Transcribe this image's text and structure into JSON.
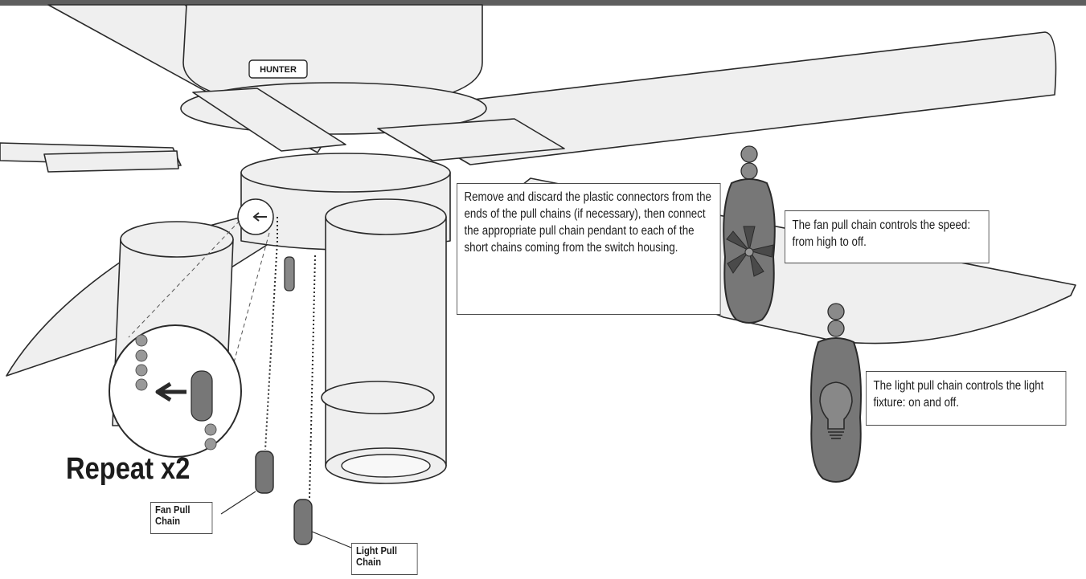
{
  "brand_label": "HUNTER",
  "instructions": {
    "main": "Remove and discard the plastic connectors from the ends of the pull chains (if necessary), then connect the appropriate pull chain pendant to each of the short chains coming from the switch housing.",
    "fan": "The fan pull chain controls the speed: from high to off.",
    "light": "The light pull chain controls the light fixture: on and off."
  },
  "repeat_label": "Repeat x2",
  "tags": {
    "fan": "Fan Pull Chain",
    "light": "Light Pull Chain"
  },
  "icons": {
    "fan_pendant": "fan-blade-icon",
    "light_pendant": "light-bulb-icon"
  },
  "colors": {
    "line": "#2a2a2a",
    "blade_fill": "#efefef",
    "pendant_fill": "#777777",
    "bead_fill": "#8a8a8a",
    "top_bar": "#5e5e5e"
  }
}
